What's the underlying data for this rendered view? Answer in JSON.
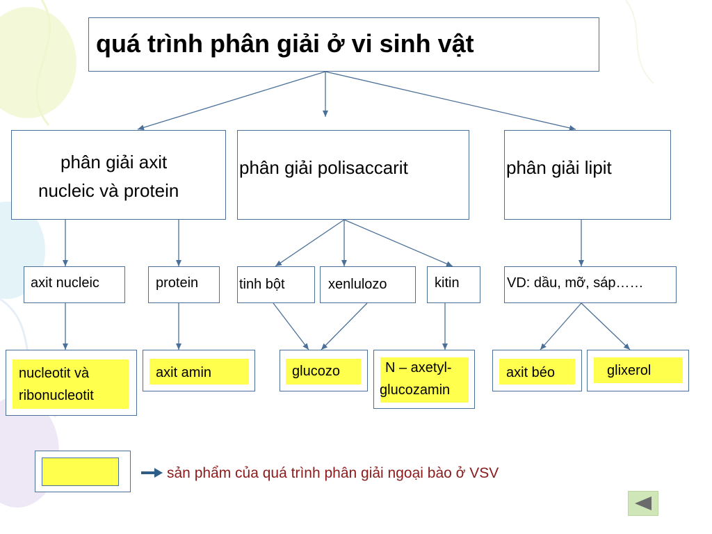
{
  "title": "quá trình phân giải ở vi sinh vật",
  "level1": [
    {
      "lines": [
        "phân giải axit",
        "nucleic và protein"
      ]
    },
    {
      "lines": [
        "phân giải polisaccarit"
      ]
    },
    {
      "lines": [
        "phân giải lipit"
      ]
    }
  ],
  "substrates": [
    "axit nucleic",
    "protein",
    "tinh bột",
    "xenlulozo",
    "kitin",
    "VD: dầu, mỡ, sáp……"
  ],
  "products": [
    {
      "lines": [
        "nucleotit và",
        "ribonucleotit"
      ]
    },
    {
      "lines": [
        "axit amin"
      ]
    },
    {
      "lines": [
        "glucozo"
      ]
    },
    {
      "lines": [
        "N – axetyl-",
        "glucozamin"
      ]
    },
    {
      "lines": [
        "axit béo"
      ]
    },
    {
      "lines": [
        "glixerol"
      ]
    }
  ],
  "legend": {
    "text": "sản phẩm của quá trình phân giải ngoại bào ở VSV"
  },
  "colors": {
    "box_border": "#4a6f98",
    "arrow": "#4a6f98",
    "highlight": "#ffff4d",
    "legend_text": "#8b1a1a",
    "nav_button": "#cfe7b8"
  },
  "icons": {
    "nav": "back-triangle-icon",
    "legend_arrow": "right-arrow-icon"
  }
}
